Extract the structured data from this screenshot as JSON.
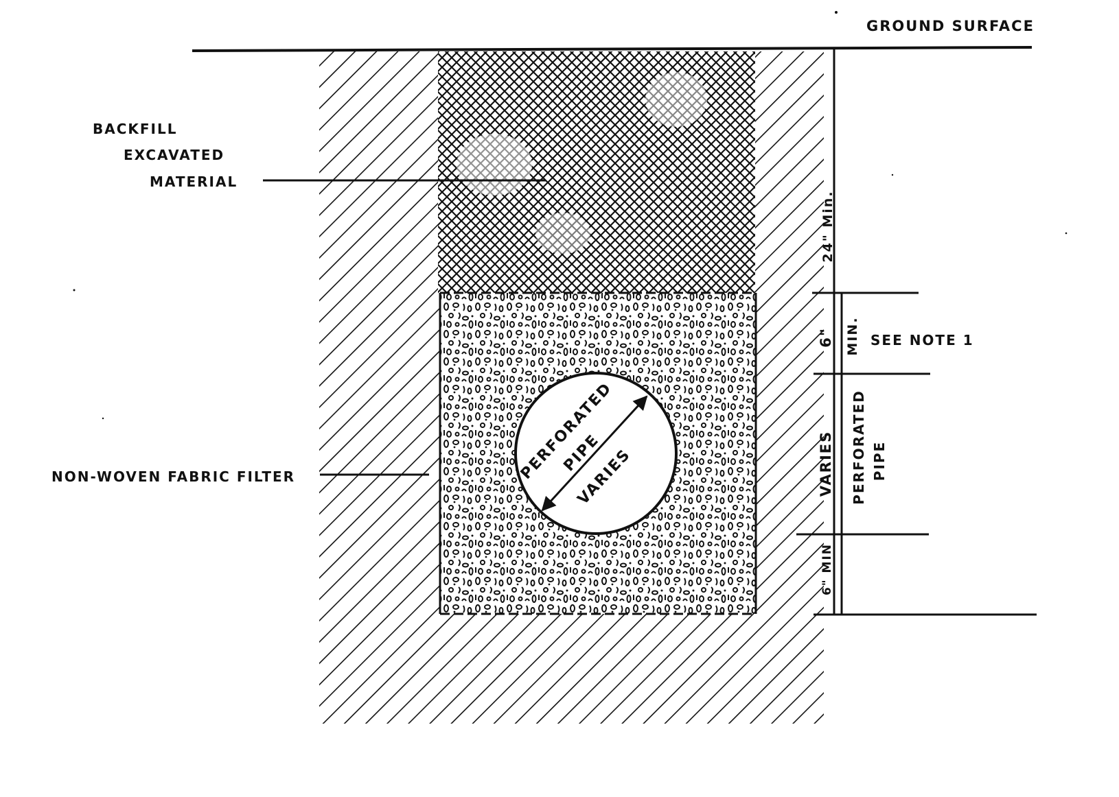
{
  "labels": {
    "ground_surface": "GROUND SURFACE",
    "backfill_line1": "BACKFILL",
    "backfill_line2": "EXCAVATED",
    "backfill_line3": "MATERIAL",
    "fabric_filter": "NON-WOVEN FABRIC FILTER",
    "pipe_line1": "PERFORATED",
    "pipe_line2": "PIPE",
    "pipe_size": "VARIES",
    "see_note": "SEE NOTE 1"
  },
  "dimensions": {
    "cover_depth": "24\" Min.",
    "stone_above_pipe": "6\"",
    "min_label": "MIN.",
    "pipe_zone": "VARIES",
    "stone_below_pipe": "6\" MIN",
    "perforated_pipe_line1": "PERFORATED",
    "perforated_pipe_line2": "PIPE"
  },
  "colors": {
    "ink": "#111111",
    "paper": "#ffffff"
  }
}
